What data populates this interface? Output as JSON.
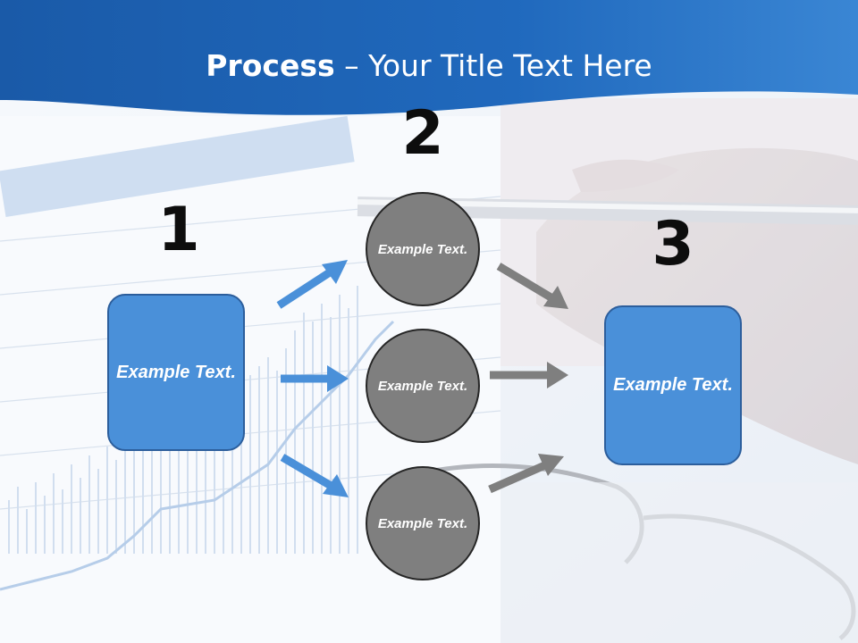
{
  "title": {
    "strong": "Process",
    "rest": " – Your Title Text Here"
  },
  "steps": {
    "one": "1",
    "two": "2",
    "three": "3"
  },
  "boxes": {
    "left": "Example Text.",
    "right": "Example Text."
  },
  "circles": {
    "top": "Example Text.",
    "middle": "Example Text.",
    "bottom": "Example Text."
  },
  "colors": {
    "header_blue": "#1f62b0",
    "box_blue": "#4a90d9",
    "arrow_blue": "#4a90d9",
    "circle_gray": "#7f7f7f",
    "arrow_gray": "#7f7f7f"
  }
}
